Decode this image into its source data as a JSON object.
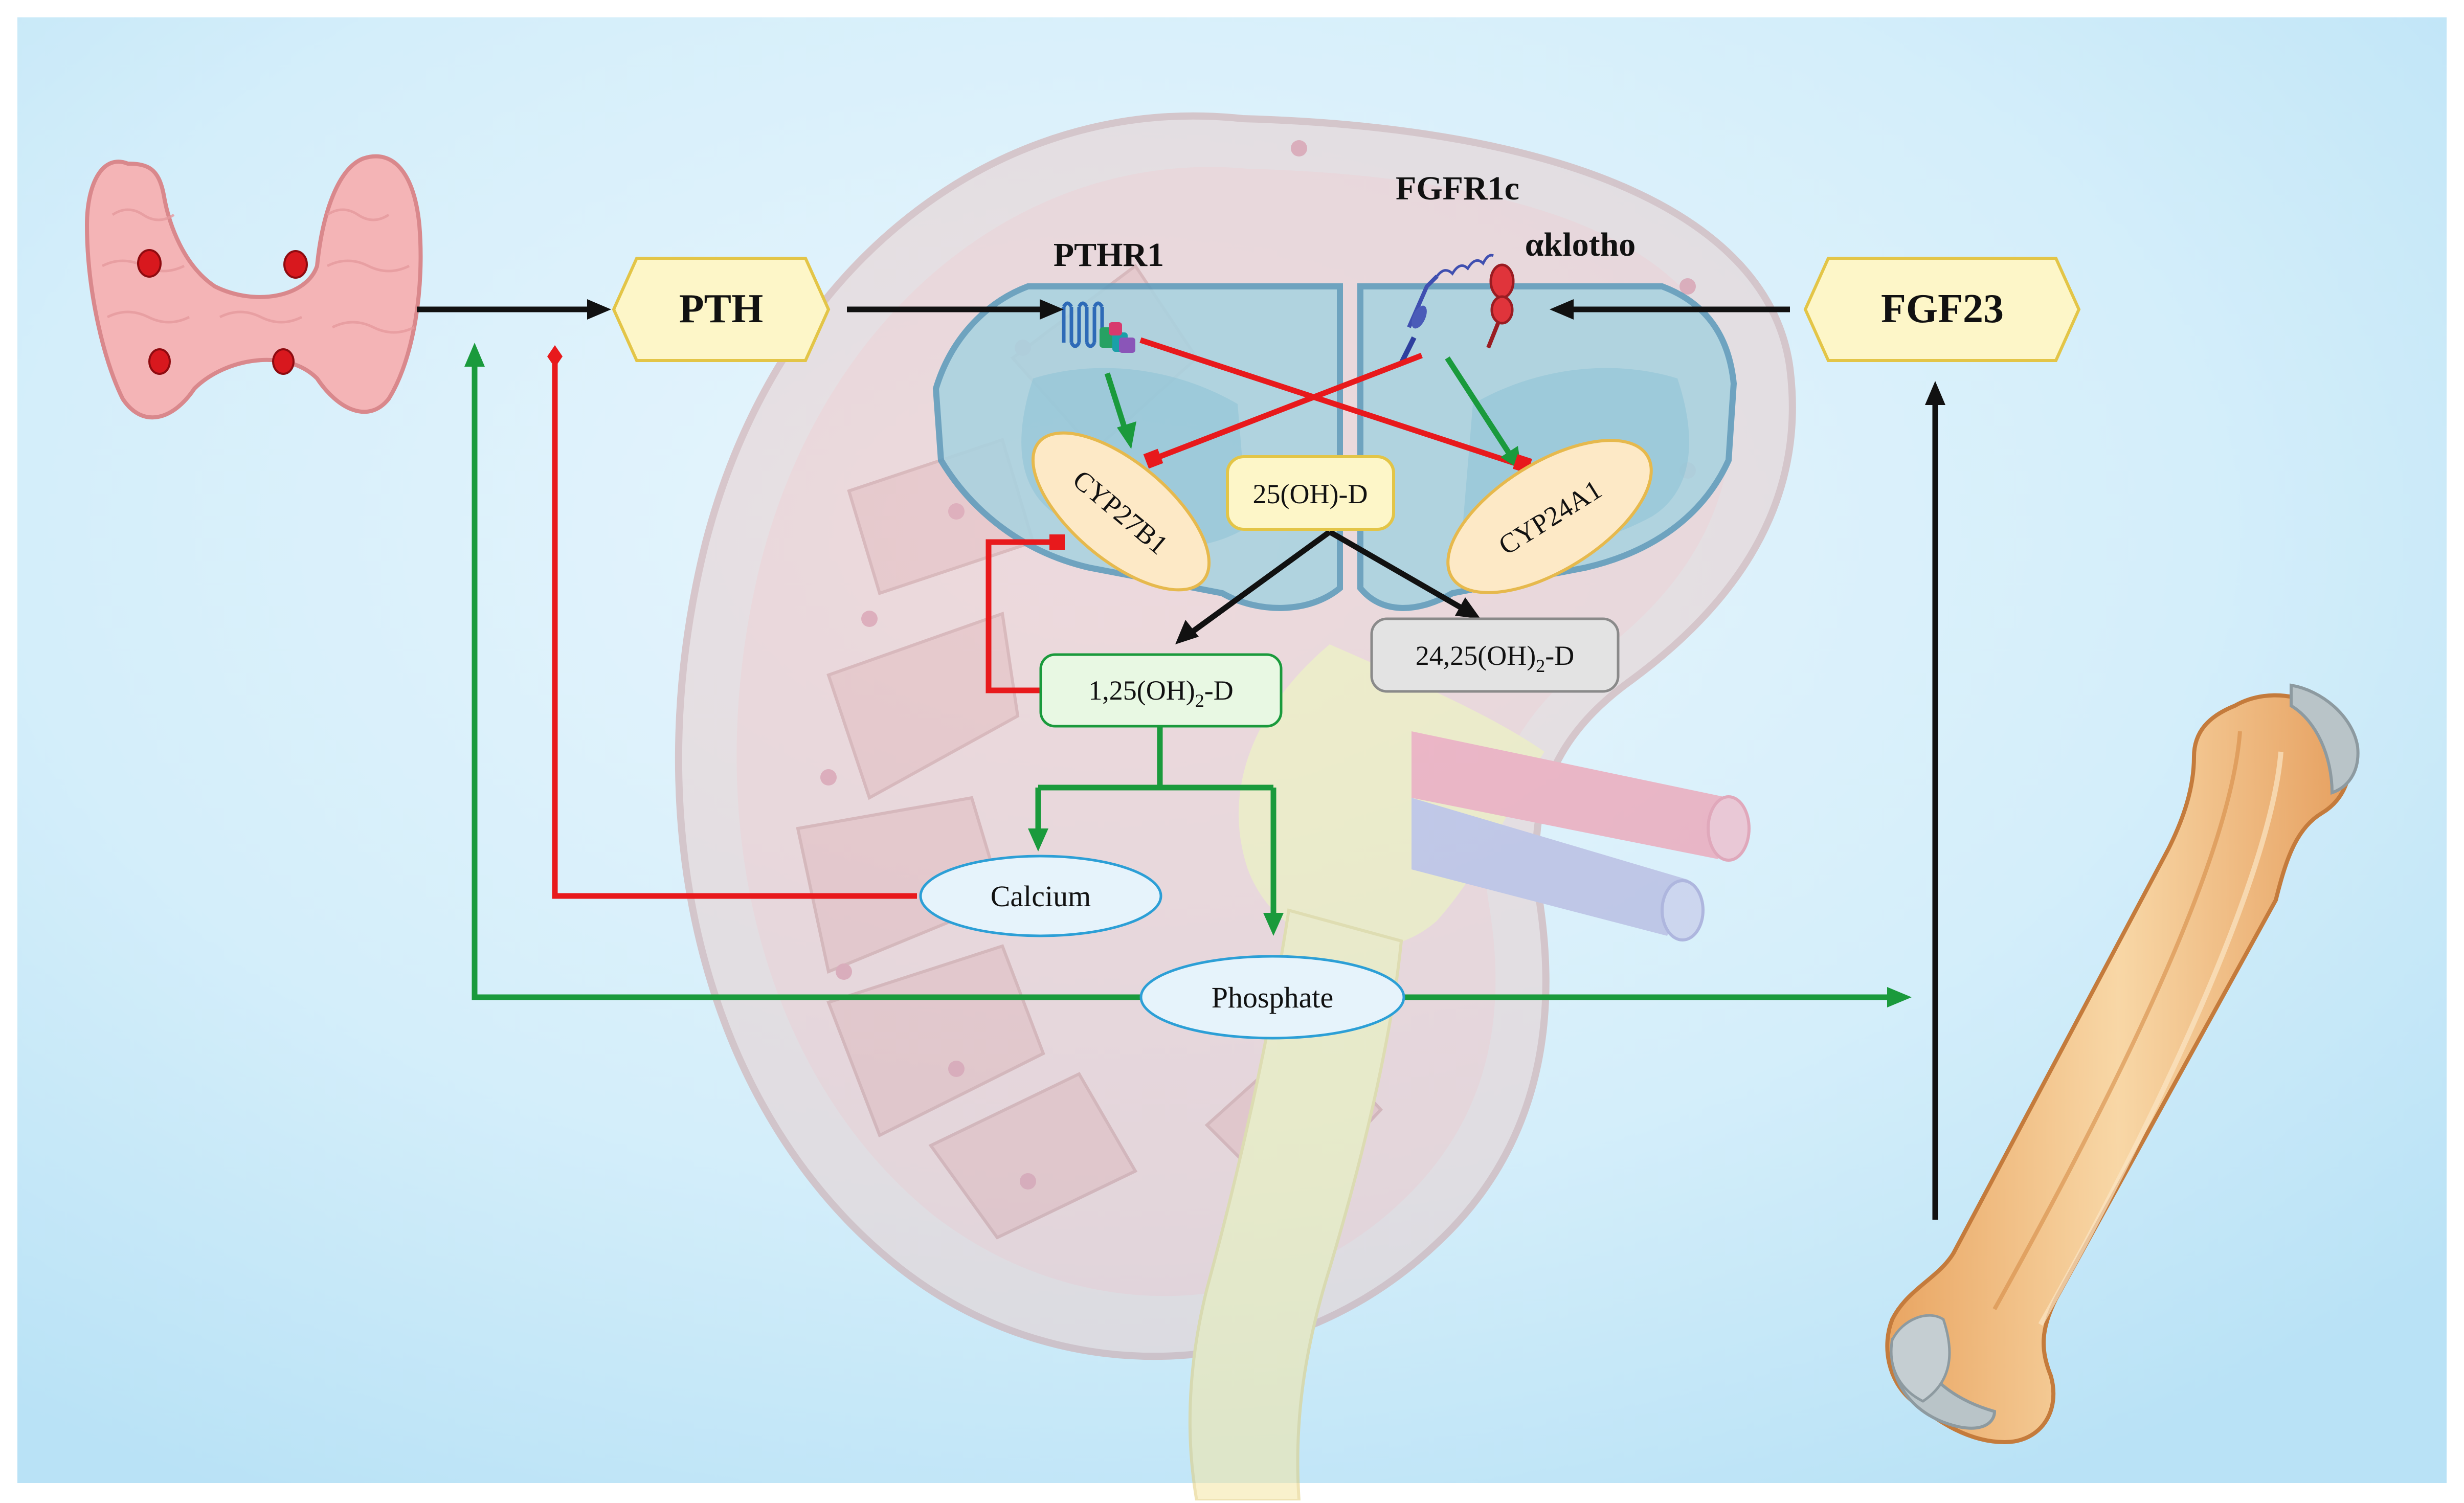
{
  "labels": {
    "pth": "PTH",
    "fgf23": "FGF23",
    "pthr1": "PTHR1",
    "fgfr1c": "FGFR1c",
    "aklotho": "αklotho",
    "cyp27b1": "CYP27B1",
    "cyp24a1": "CYP24A1",
    "vitd25": "25(OH)-D",
    "vitd125_pre": "1,25(OH)",
    "vitd125_sub": "2",
    "vitd125_post": "-D",
    "vitd2425_pre": "24,25(OH)",
    "vitd2425_sub": "2",
    "vitd2425_post": "-D",
    "calcium": "Calcium",
    "phosphate": "Phosphate"
  },
  "colors": {
    "stimulate": "#1a9a3c",
    "inhibit": "#e8191c",
    "neutral": "#111111",
    "hexagon_fill": "#fdf6c8",
    "hexagon_stroke": "#e3c547",
    "enzyme_fill": "#fde9c6",
    "enzyme_stroke": "#e6b94d",
    "ion_fill": "#e6f3fb",
    "ion_stroke": "#2c9fd6",
    "active_vitd_fill": "#e8f8e3",
    "inactive_vitd_fill": "#e3e3e3"
  },
  "icons": {
    "parathyroid": "parathyroid-gland-icon",
    "kidney": "kidney-icon",
    "bone": "bone-icon",
    "pthr1": "pth-receptor-icon",
    "fgfr1c": "fgf-receptor-icon",
    "aklotho": "klotho-protein-icon"
  }
}
